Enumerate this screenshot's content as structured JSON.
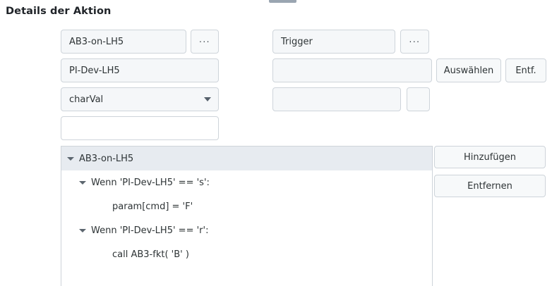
{
  "panel": {
    "title": "Details der Aktion"
  },
  "left_column": {
    "action_name_field": {
      "value": "AB3-on-LH5",
      "placeholder": ""
    },
    "action_browse_button": {
      "label": "...",
      "icon": "ellipsis-icon"
    },
    "device_field": {
      "value": "PI-Dev-LH5",
      "placeholder": ""
    },
    "type_combo": {
      "value": "charVal",
      "icon": "chevron-down-icon",
      "options": [
        "charVal"
      ]
    },
    "value_field": {
      "value": "",
      "placeholder": ""
    }
  },
  "right_column": {
    "trigger_field": {
      "value": "Trigger",
      "placeholder": ""
    },
    "trigger_browse_button": {
      "label": "...",
      "icon": "ellipsis-icon"
    },
    "target_field": {
      "value": "",
      "placeholder": ""
    },
    "select_button": {
      "label": "Auswählen"
    },
    "remove_button": {
      "label": "Entf."
    },
    "param_field": {
      "value": "",
      "placeholder": ""
    },
    "param_small_button": {
      "label": ""
    }
  },
  "tree": {
    "rows": [
      {
        "level": 0,
        "label": "AB3-on-LH5",
        "expander": true,
        "selected": true
      },
      {
        "level": 1,
        "label": "Wenn 'PI-Dev-LH5' == 's':",
        "expander": true,
        "selected": false
      },
      {
        "level": 2,
        "label": "param[cmd] = 'F'",
        "expander": false,
        "selected": false
      },
      {
        "level": 1,
        "label": "Wenn 'PI-Dev-LH5' == 'r':",
        "expander": true,
        "selected": false
      },
      {
        "level": 2,
        "label": "call AB3-fkt( 'B' )",
        "expander": false,
        "selected": false
      }
    ]
  },
  "tree_actions": {
    "add_button": {
      "label": "Hinzufügen"
    },
    "remove_button": {
      "label": "Entfernen"
    }
  },
  "colors": {
    "field_bg": "#f5f7f9",
    "field_border": "#ced4da",
    "selection_bg": "#e7ebf0",
    "text": "#2e3436",
    "title": "#1f2328"
  }
}
